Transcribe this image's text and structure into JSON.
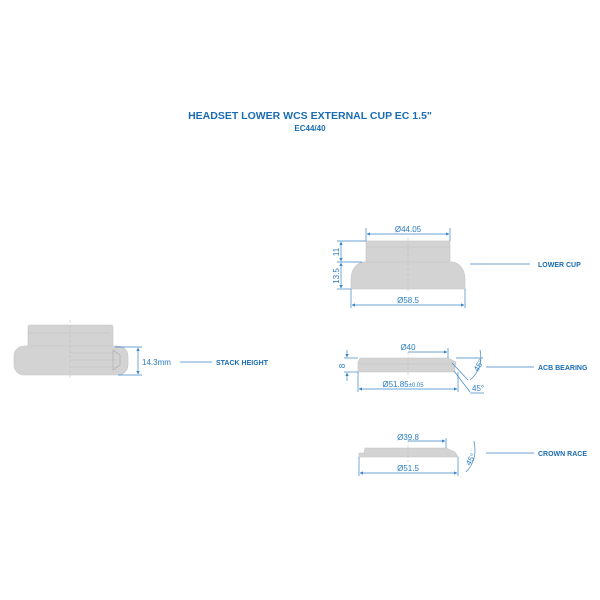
{
  "header": {
    "title": "HEADSET LOWER WCS EXTERNAL CUP EC 1.5\"",
    "subtitle": "EC44/40"
  },
  "stack": {
    "height_value": "14.3mm",
    "label": "STACK HEIGHT"
  },
  "lower_cup": {
    "label": "LOWER CUP",
    "top_diameter": "Ø44.05",
    "bottom_diameter": "Ø58.5",
    "upper_height": "11",
    "lower_height": "13.5"
  },
  "acb_bearing": {
    "label": "ACB BEARING",
    "inner_diameter": "Ø40",
    "outer_diameter": "Ø51.85",
    "tolerance": "±0.05",
    "height": "8",
    "angle_top": "45°",
    "angle_bottom": "45°"
  },
  "crown_race": {
    "label": "CROWN RACE",
    "inner_diameter": "Ø39.8",
    "outer_diameter": "Ø51.5",
    "angle": "45°"
  },
  "colors": {
    "accent": "#1a6cb3",
    "part_fill": "#d3d3d3"
  }
}
